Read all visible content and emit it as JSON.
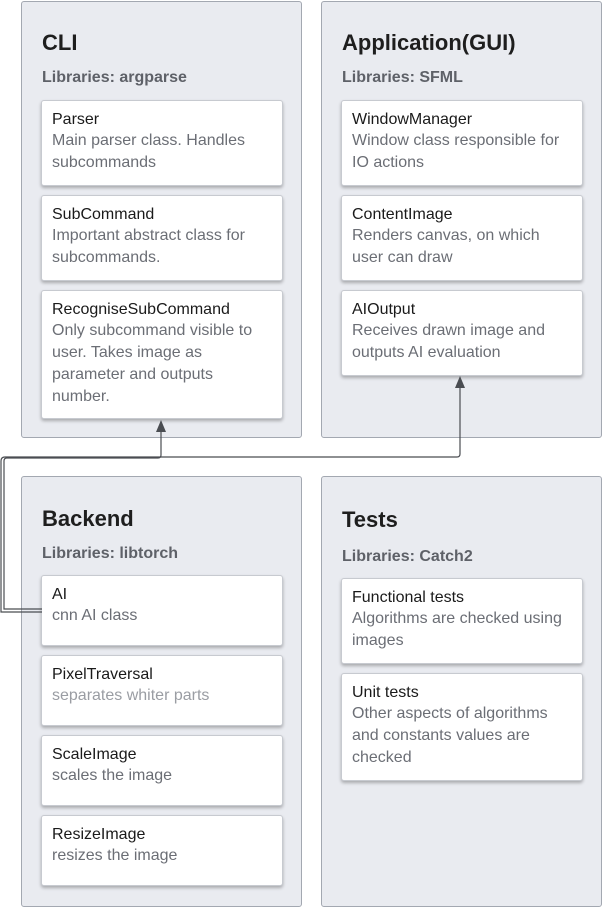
{
  "panels": {
    "cli": {
      "title": "CLI",
      "libraries": "Libraries: argparse",
      "cards": [
        {
          "title": "Parser",
          "desc": "Main parser class. Handles subcommands"
        },
        {
          "title": "SubCommand",
          "desc": "Important abstract class for subcommands."
        },
        {
          "title": "RecogniseSubCommand",
          "desc": "Only subcommand visible to user. Takes image as parameter and outputs number."
        }
      ]
    },
    "gui": {
      "title": "Application(GUI)",
      "libraries": "Libraries: SFML",
      "cards": [
        {
          "title": "WindowManager",
          "desc": "Window class responsible for IO actions"
        },
        {
          "title": "ContentImage",
          "desc": "Renders canvas, on which user can draw"
        },
        {
          "title": "AIOutput",
          "desc": "Receives drawn image and outputs AI evaluation"
        }
      ]
    },
    "backend": {
      "title": "Backend",
      "libraries": "Libraries: libtorch",
      "cards": [
        {
          "title": "AI",
          "desc": "cnn AI class"
        },
        {
          "title": "PixelTraversal",
          "desc": "separates whiter parts"
        },
        {
          "title": "ScaleImage",
          "desc": "scales the image"
        },
        {
          "title": "ResizeImage",
          "desc": "resizes the image"
        }
      ]
    },
    "tests": {
      "title": "Tests",
      "libraries": "Libraries: Catch2",
      "cards": [
        {
          "title": "Functional tests",
          "desc": "Algorithms are checked using images"
        },
        {
          "title": "Unit tests",
          "desc": "Other aspects of algorithms and constants values are checked"
        }
      ]
    }
  },
  "colors": {
    "panel_bg": "#e9ebf0",
    "panel_border": "#a3a8b1",
    "connector": "#4a4d52"
  }
}
